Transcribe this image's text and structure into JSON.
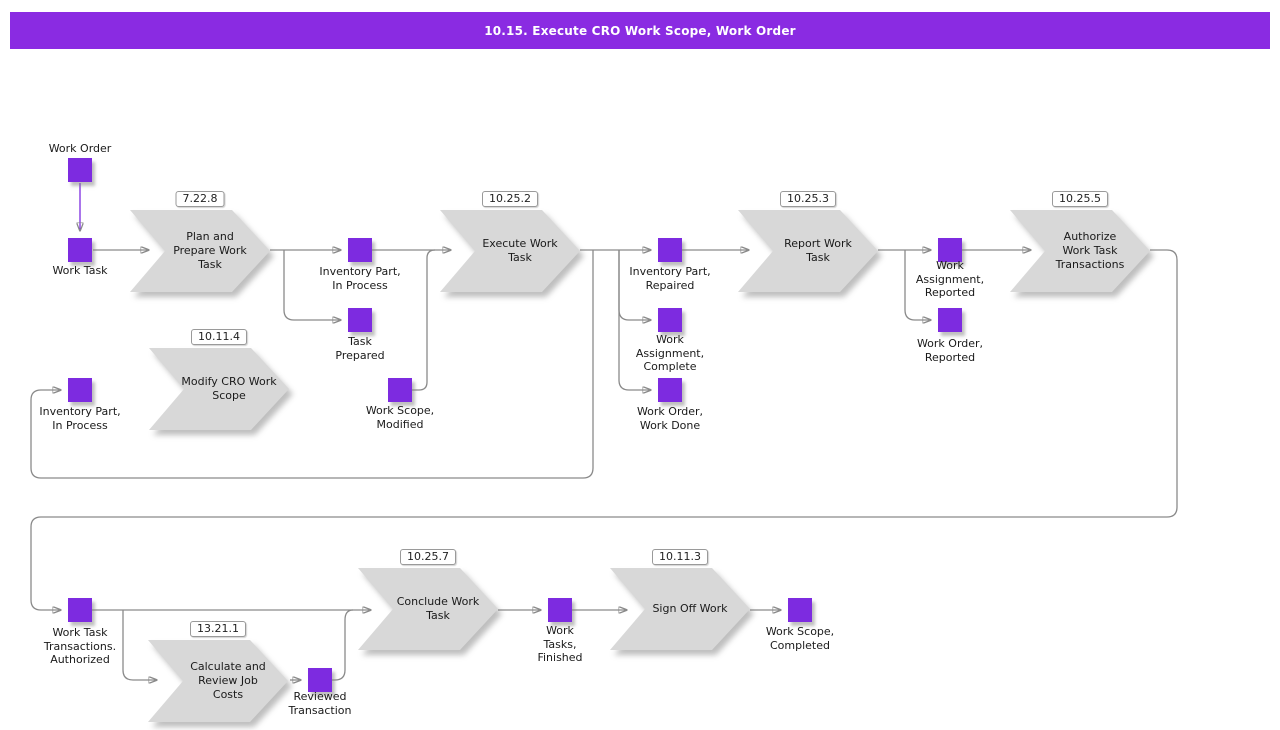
{
  "header": {
    "title": "10.15. Execute CRO Work Scope, Work Order"
  },
  "colors": {
    "header_bg": "#8a2be2",
    "header_text": "#ffffff",
    "state_fill": "#7d2be0",
    "process_fill": "#d8d8d8",
    "connector": "#8a8a8a",
    "state_connector": "#7d2be0"
  },
  "processes": [
    {
      "id": "plan-and-prepare-work-task",
      "ref": "7.22.8",
      "label": "Plan and\nPrepare Work\nTask"
    },
    {
      "id": "execute-work-task",
      "ref": "10.25.2",
      "label": "Execute Work\nTask"
    },
    {
      "id": "modify-cro-work-scope",
      "ref": "10.11.4",
      "label": "Modify CRO Work\nScope"
    },
    {
      "id": "report-work-task",
      "ref": "10.25.3",
      "label": "Report Work\nTask"
    },
    {
      "id": "authorize-work-task-transactions",
      "ref": "10.25.5",
      "label": "Authorize\nWork Task\nTransactions"
    },
    {
      "id": "conclude-work-task",
      "ref": "10.25.7",
      "label": "Conclude Work\nTask"
    },
    {
      "id": "sign-off-work",
      "ref": "10.11.3",
      "label": "Sign Off Work"
    },
    {
      "id": "calculate-and-review-job-costs",
      "ref": "13.21.1",
      "label": "Calculate and\nReview Job\nCosts"
    }
  ],
  "states": [
    {
      "id": "work-order",
      "label": "Work Order"
    },
    {
      "id": "work-task",
      "label": "Work Task"
    },
    {
      "id": "inventory-part-in-process-1",
      "label": "Inventory Part,\nIn Process"
    },
    {
      "id": "task-prepared",
      "label": "Task\nPrepared"
    },
    {
      "id": "inventory-part-in-process-2",
      "label": "Inventory Part,\nIn Process"
    },
    {
      "id": "work-scope-modified",
      "label": "Work Scope,\nModified"
    },
    {
      "id": "inventory-part-repaired",
      "label": "Inventory Part,\nRepaired"
    },
    {
      "id": "work-assignment-complete",
      "label": "Work\nAssignment,\nComplete"
    },
    {
      "id": "work-order-work-done",
      "label": "Work Order,\nWork Done"
    },
    {
      "id": "work-assignment-reported",
      "label": "Work\nAssignment,\nReported"
    },
    {
      "id": "work-order-reported",
      "label": "Work Order,\nReported"
    },
    {
      "id": "work-task-transactions-authorized",
      "label": "Work Task\nTransactions.\nAuthorized"
    },
    {
      "id": "reviewed-transaction",
      "label": "Reviewed\nTransaction"
    },
    {
      "id": "work-tasks-finished",
      "label": "Work\nTasks,\nFinished"
    },
    {
      "id": "work-scope-completed",
      "label": "Work Scope,\nCompleted"
    }
  ]
}
